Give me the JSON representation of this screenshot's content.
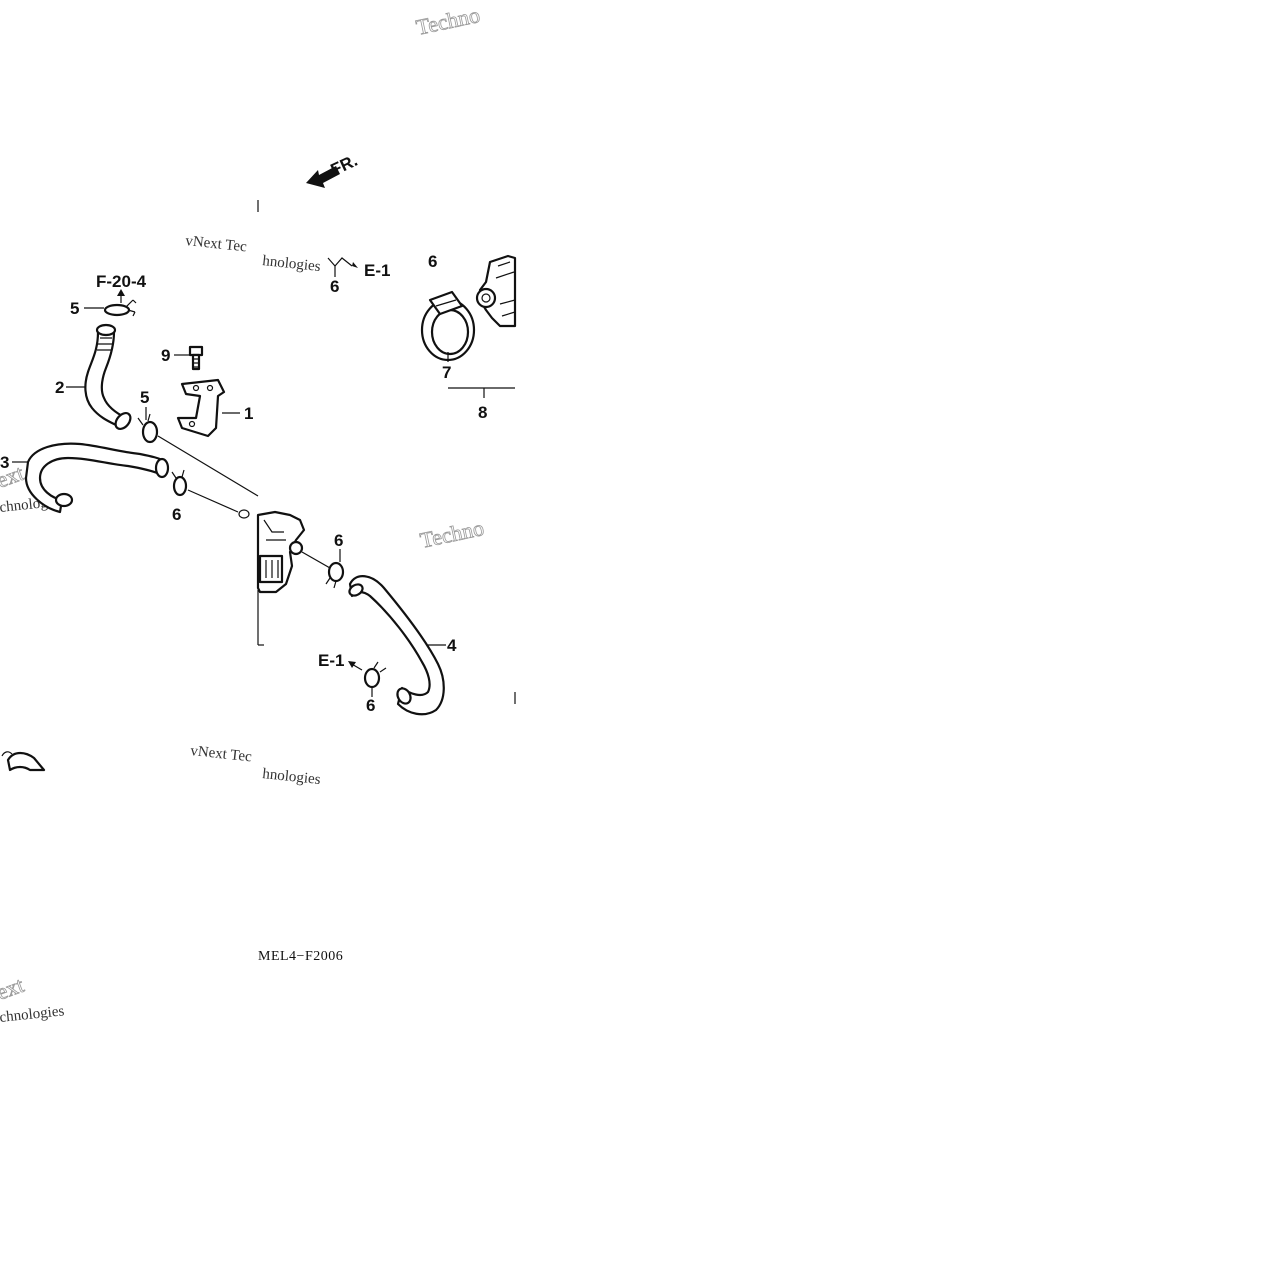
{
  "diagram": {
    "direction_label": "FR.",
    "drawing_code": "MEL4−F2006",
    "callouts": {
      "c1": "1",
      "c2": "2",
      "c3": "3",
      "c4": "4",
      "c5a": "5",
      "c5b": "5",
      "c6a": "6",
      "c6b": "6",
      "c6c": "6",
      "c6d": "6",
      "c6e": "6",
      "c7": "7",
      "c8": "8",
      "c9": "9"
    },
    "references": {
      "f20_4": "F-20-4",
      "e1_top": "E-1",
      "e1_bottom": "E-1"
    },
    "watermarks": {
      "w1": "Techno",
      "w2": "vNext Tec",
      "w3": "hnologies",
      "w4": "Techno",
      "w5": "vNext Tec",
      "w6": "hnologies",
      "w7": "ext",
      "w8": "chnologies",
      "w9": "ext",
      "w10": "chnologies"
    }
  }
}
